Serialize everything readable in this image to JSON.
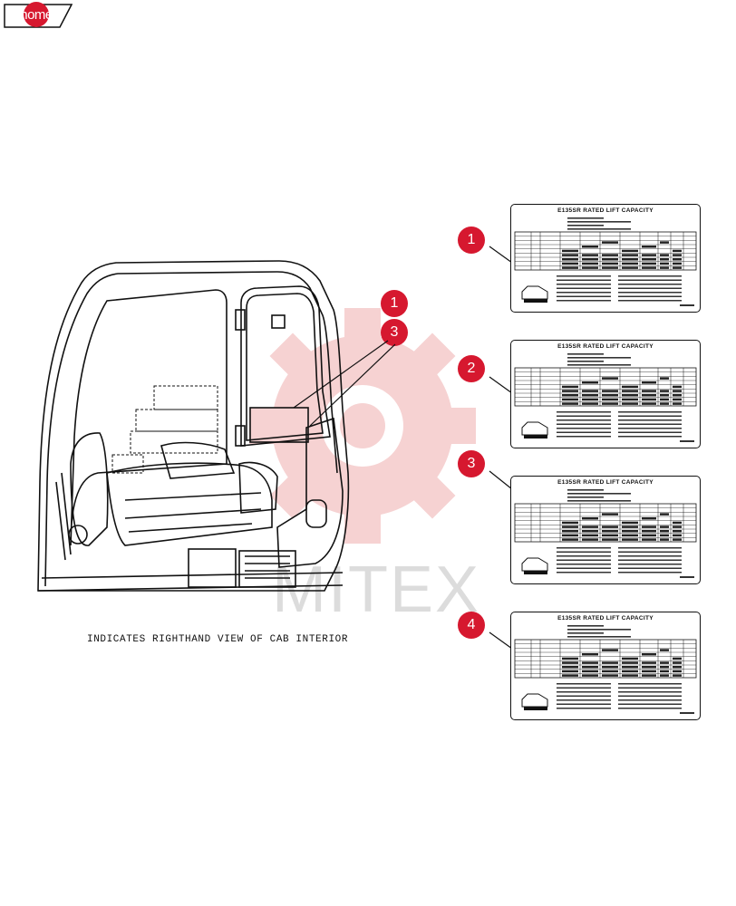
{
  "header": {
    "home_label": "home"
  },
  "watermark": {
    "text": "MITEX"
  },
  "diagram": {
    "caption": "INDICATES RIGHTHAND VIEW OF CAB INTERIOR",
    "cab_callouts": [
      "1",
      "3"
    ]
  },
  "decals": [
    {
      "callout": "1",
      "title": "E135SR RATED LIFT CAPACITY"
    },
    {
      "callout": "2",
      "title": "E135SR RATED LIFT CAPACITY"
    },
    {
      "callout": "3",
      "title": "E135SR RATED LIFT CAPACITY"
    },
    {
      "callout": "4",
      "title": "E135SR RATED LIFT CAPACITY"
    }
  ],
  "colors": {
    "accent": "#d6182f",
    "watermark": "#f3c9c9",
    "line": "#111111"
  }
}
